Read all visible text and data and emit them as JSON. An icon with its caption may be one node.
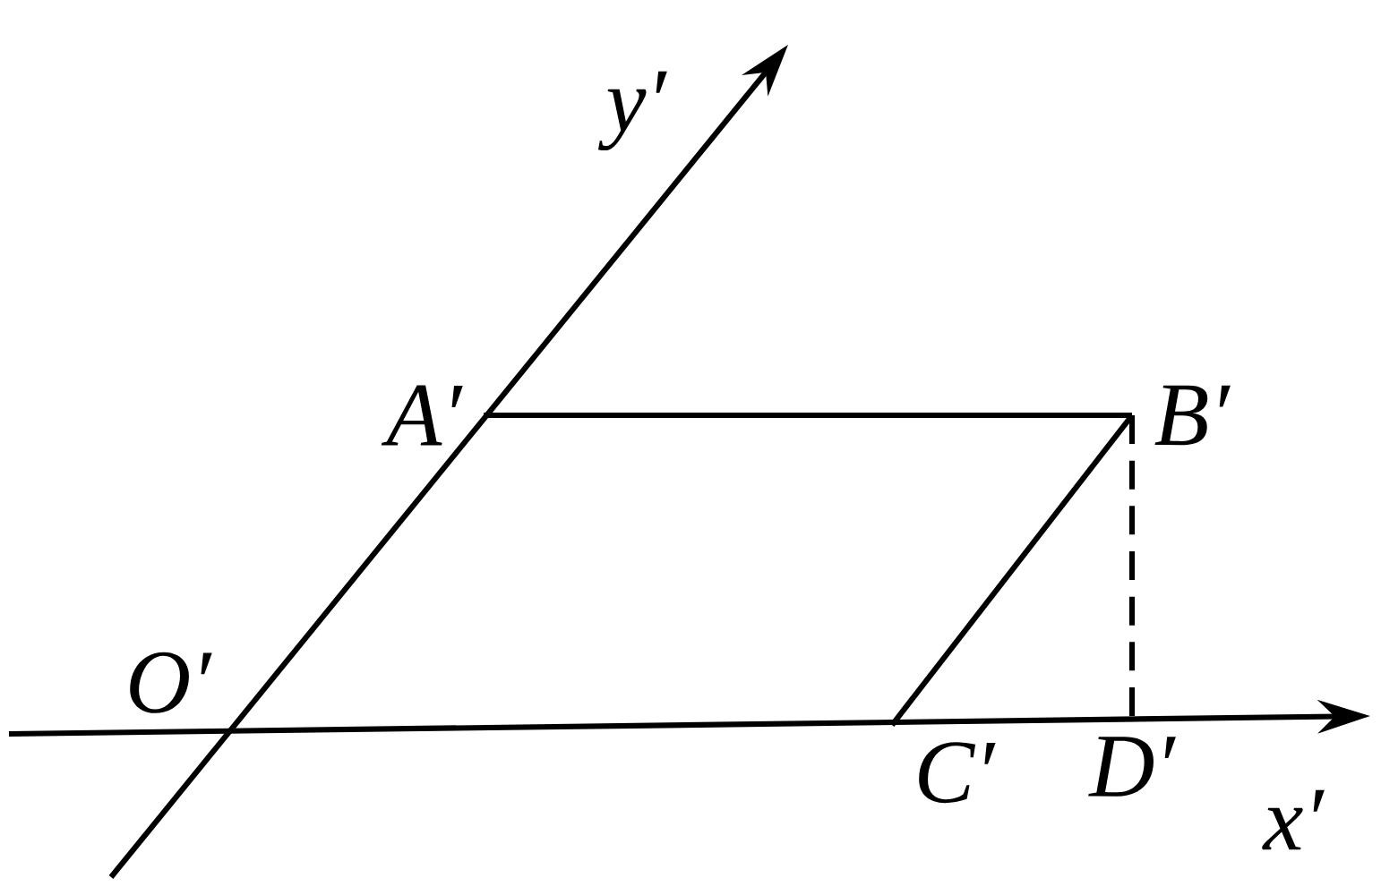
{
  "diagram": {
    "nodes": [
      {
        "text": [
          "O′"
        ]
      },
      {
        "text": [
          "A′"
        ]
      },
      {
        "text": [
          "B′"
        ]
      },
      {
        "text": [
          "C′"
        ]
      },
      {
        "text": [
          "D′"
        ]
      }
    ],
    "edges": [
      {
        "from": 1,
        "to": 2,
        "arrow": "none"
      },
      {
        "from": 2,
        "to": 3,
        "arrow": "none"
      },
      {
        "from": 2,
        "to": 4,
        "arrow": "none",
        "style": "dashed"
      }
    ],
    "labels": [
      "y′",
      "x′"
    ]
  }
}
